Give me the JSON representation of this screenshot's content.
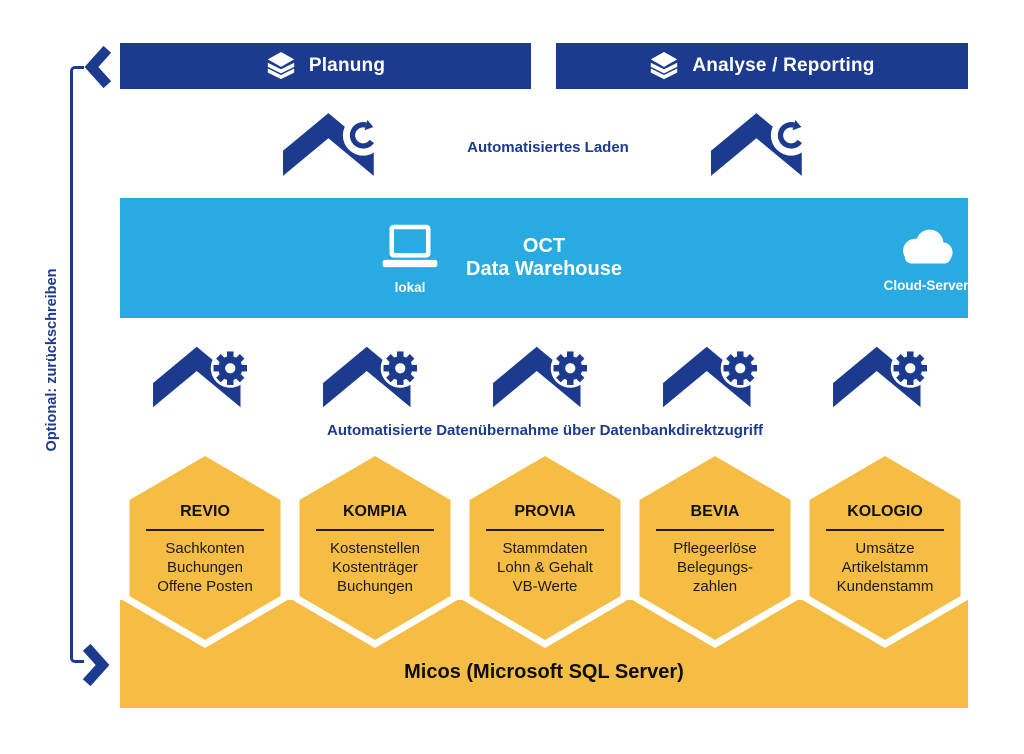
{
  "colors": {
    "dark_blue": "#1C3B8E",
    "light_blue": "#29ABE2",
    "yellow": "#F6BD44"
  },
  "side_rail": {
    "label": "Optional: zurückschreiben"
  },
  "top_banners": [
    {
      "label": "Planung",
      "icon": "layers-icon"
    },
    {
      "label": "Analyse / Reporting",
      "icon": "layers-icon"
    }
  ],
  "load_row": {
    "label": "Automatisiertes Laden",
    "arrow_icon": "chevron-up-refresh-icon",
    "arrow_count": 2
  },
  "warehouse": {
    "title_line1": "OCT",
    "title_line2": "Data Warehouse",
    "left": {
      "icon": "laptop-icon",
      "label": "lokal"
    },
    "right": {
      "icon": "cloud-icon",
      "label": "Cloud-Server"
    }
  },
  "transfer_row": {
    "label": "Automatisierte Datenübernahme über Datenbankdirektzugriff",
    "arrow_icon": "chevron-up-gear-icon",
    "arrow_count": 5
  },
  "hexagons": [
    {
      "name": "REVIO",
      "lines": [
        "Sachkonten",
        "Buchungen",
        "Offene Posten"
      ]
    },
    {
      "name": "KOMPIA",
      "lines": [
        "Kostenstellen",
        "Kostenträger",
        "Buchungen"
      ]
    },
    {
      "name": "PROVIA",
      "lines": [
        "Stammdaten",
        "Lohn & Gehalt",
        "VB-Werte"
      ]
    },
    {
      "name": "BEVIA",
      "lines": [
        "Pflegeerlöse",
        "Belegungs-",
        "zahlen"
      ]
    },
    {
      "name": "KOLOGIO",
      "lines": [
        "Umsätze",
        "Artikelstamm",
        "Kundenstamm"
      ]
    }
  ],
  "database": {
    "label": "Micos (Microsoft SQL Server)"
  }
}
